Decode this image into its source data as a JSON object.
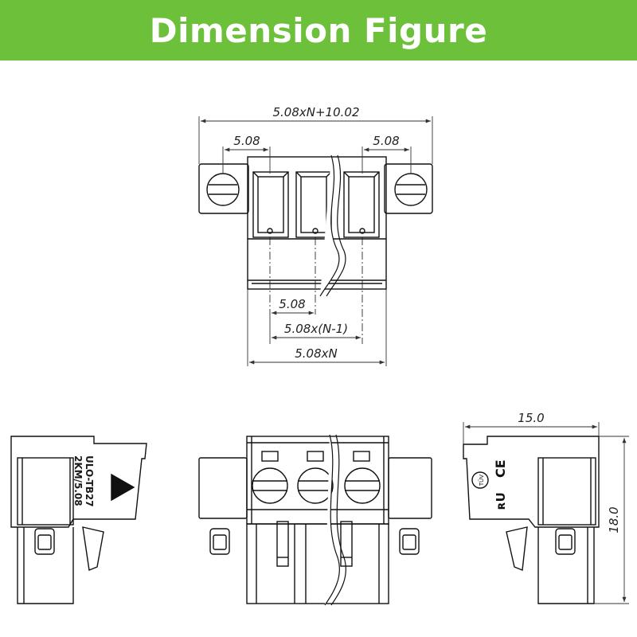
{
  "header": {
    "title": "Dimension Figure"
  },
  "top_view": {
    "overall_width": "5.08xN+10.02",
    "pitch_left": "5.08",
    "pitch_right": "5.08",
    "pitch_bottom": "5.08",
    "span_n_minus_1": "5.08x(N-1)",
    "span_n": "5.08xN"
  },
  "left_view": {
    "marking_line1": "ULO-TB27",
    "marking_line2": "2KM/5.08"
  },
  "right_view": {
    "depth": "15.0",
    "height": "18.0"
  },
  "colors": {
    "banner": "#6cc03a",
    "line": "#111111",
    "dim_line": "#333333"
  }
}
